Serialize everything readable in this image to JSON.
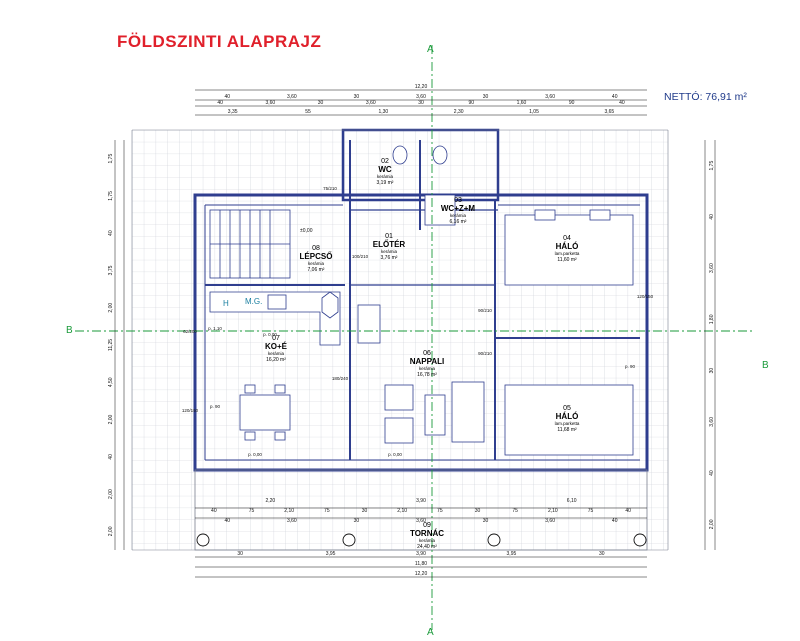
{
  "title": "FÖLDSZINTI ALAPRAJZ",
  "net_area": "NETTÓ: 76,91 m²",
  "section_marks": {
    "a": "A",
    "b": "B"
  },
  "colors": {
    "title": "#e0202b",
    "walls": "#2f3e8f",
    "grid": "#c9cdd6",
    "axis": "#1a9a3a",
    "text": "#111111"
  },
  "rooms": [
    {
      "num": "01",
      "name": "ELŐTÉR",
      "floor": "kerámia",
      "area": "3,76 m²"
    },
    {
      "num": "02",
      "name": "WC",
      "floor": "kerámia",
      "area": "3,19 m²"
    },
    {
      "num": "03",
      "name": "WC+Z+M",
      "floor": "kerámia",
      "area": "6,16 m²"
    },
    {
      "num": "04",
      "name": "HÁLÓ",
      "floor": "lam.parketta",
      "area": "11,60 m²"
    },
    {
      "num": "05",
      "name": "HÁLÓ",
      "floor": "lam.parketta",
      "area": "11,68 m²"
    },
    {
      "num": "06",
      "name": "NAPPALI",
      "floor": "kerámia",
      "area": "16,78 m²"
    },
    {
      "num": "07",
      "name": "KO+É",
      "floor": "kerámia",
      "area": "16,20 m²"
    },
    {
      "num": "08",
      "name": "LÉPCSŐ",
      "floor": "kerámia",
      "area": "7,06 m²"
    },
    {
      "num": "09",
      "name": "TORNÁC",
      "floor": "kerámia",
      "area": "24,40 m²"
    }
  ],
  "labels": {
    "h": "H",
    "mg": "M.G.",
    "level": "±0,00"
  },
  "top_dims": {
    "row1": "12,20",
    "row2": [
      "40",
      "3,60",
      "30",
      "3,60",
      "30",
      "3,60",
      "40"
    ],
    "row3": [
      "40",
      "3,60",
      "30",
      "3,60",
      "30",
      "90",
      "1,60",
      "90",
      "40"
    ],
    "row4": [
      "3,35",
      "55",
      "1,30",
      "2,30",
      "1,05",
      "3,65"
    ]
  },
  "bottom_dims": {
    "row1": [
      "40",
      "75",
      "2,10",
      "75",
      "30",
      "2,10",
      "75",
      "30",
      "75",
      "2,10",
      "75",
      "40"
    ],
    "row2": [
      "40",
      "3,60",
      "30",
      "3,60",
      "30",
      "3,60",
      "40"
    ],
    "row3": [
      "30",
      "3,95",
      "3,90",
      "3,95",
      "30"
    ],
    "row4": "11,80",
    "row5": "12,20",
    "porch": [
      "2,20",
      "3,90",
      "6,10"
    ]
  },
  "side_dims": {
    "left": [
      "1,75",
      "1,75",
      "40",
      "3,75",
      "2,00",
      "11,25",
      "4,50",
      "2,00",
      "40",
      "2,00",
      "2,00"
    ],
    "right": [
      "1,75",
      "40",
      "3,60",
      "1,80",
      "30",
      "3,60",
      "40",
      "2,00"
    ]
  },
  "window_tags": [
    "p. 0,00",
    "p. 0,00",
    "p. 0,00",
    "p. 90",
    "p. 90",
    "p. 1,10"
  ],
  "door_tags": [
    "90/210",
    "90/210",
    "100/210",
    "180/240",
    "62/200",
    "120/150",
    "120/150",
    "75/210"
  ]
}
